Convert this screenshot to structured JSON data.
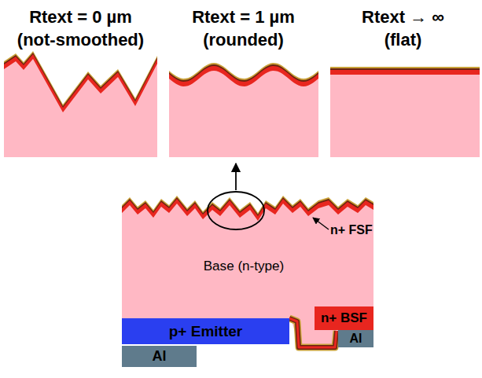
{
  "diagram": {
    "nodes": [
      {
        "text": [
          "Rtext = 0 µm",
          "(not-smoothed)"
        ]
      },
      {
        "text": [
          "Rtext = 1 µm",
          "(rounded)"
        ]
      },
      {
        "text": [
          "Rtext → ∞",
          "(flat)"
        ]
      },
      {
        "text": [
          "Base (n-type)"
        ]
      },
      {
        "text": [
          "p+ Emitter"
        ]
      },
      {
        "text": [
          "n+ BSF"
        ]
      },
      {
        "text": [
          "Al"
        ]
      },
      {
        "text": [
          "Al"
        ]
      }
    ],
    "labels": [
      "n+ FSF"
    ]
  }
}
